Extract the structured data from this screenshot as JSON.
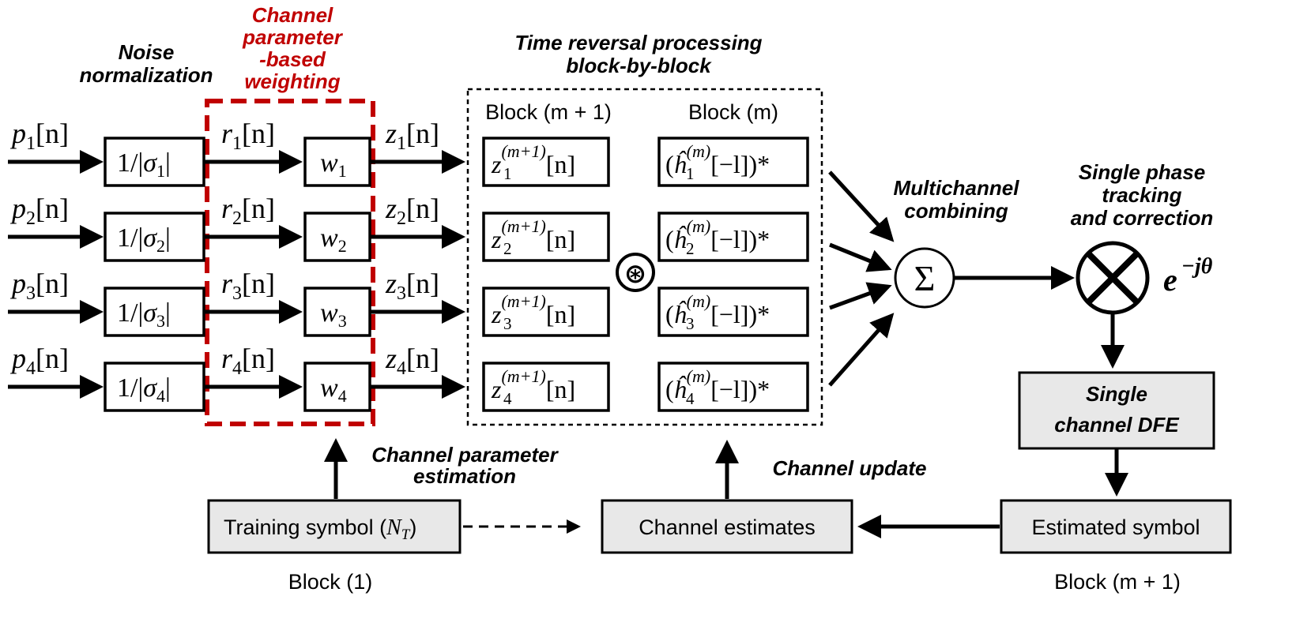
{
  "headings": {
    "noise_norm": [
      "Noise",
      "normalization"
    ],
    "weighting": [
      "Channel",
      "parameter",
      "-based",
      "weighting"
    ],
    "time_reversal": [
      "Time reversal processing",
      "block-by-block"
    ],
    "multichannel": [
      "Multichannel",
      "combining"
    ],
    "phase_tracking": [
      "Single phase",
      "tracking",
      "and correction"
    ],
    "channel_param_est": [
      "Channel parameter",
      "estimation"
    ],
    "channel_update": "Channel update"
  },
  "block_headers": {
    "next_block": "Block (m + 1)",
    "cur_block": "Block (m)"
  },
  "channels": [
    {
      "p": "p",
      "r": "r",
      "w": "w",
      "z": "z",
      "sigma": "σ",
      "idx": "1"
    },
    {
      "p": "p",
      "r": "r",
      "w": "w",
      "z": "z",
      "sigma": "σ",
      "idx": "2"
    },
    {
      "p": "p",
      "r": "r",
      "w": "w",
      "z": "z",
      "sigma": "σ",
      "idx": "3"
    },
    {
      "p": "p",
      "r": "r",
      "w": "w",
      "z": "z",
      "sigma": "σ",
      "idx": "4"
    }
  ],
  "symbols": {
    "n_arg": "[n]",
    "neg_l_arg": "[−l])*",
    "m_plus_1": "(m+1)",
    "m_sup": "(m)",
    "convolution": "⊛",
    "sum": "Σ",
    "phase_factor": "e",
    "phase_exp": "−jθ"
  },
  "boxes": {
    "dfe": [
      "Single",
      "channel DFE"
    ],
    "training": "Training symbol (",
    "training_sym": "N",
    "training_sub": "T",
    "channel_estimates": "Channel estimates",
    "estimated_symbol": "Estimated symbol"
  },
  "footers": {
    "block_1": "Block (1)",
    "block_m1": "Block (m + 1)"
  },
  "colors": {
    "weighting_highlight": "#c00000",
    "box_fill": "#e8e8e8"
  }
}
